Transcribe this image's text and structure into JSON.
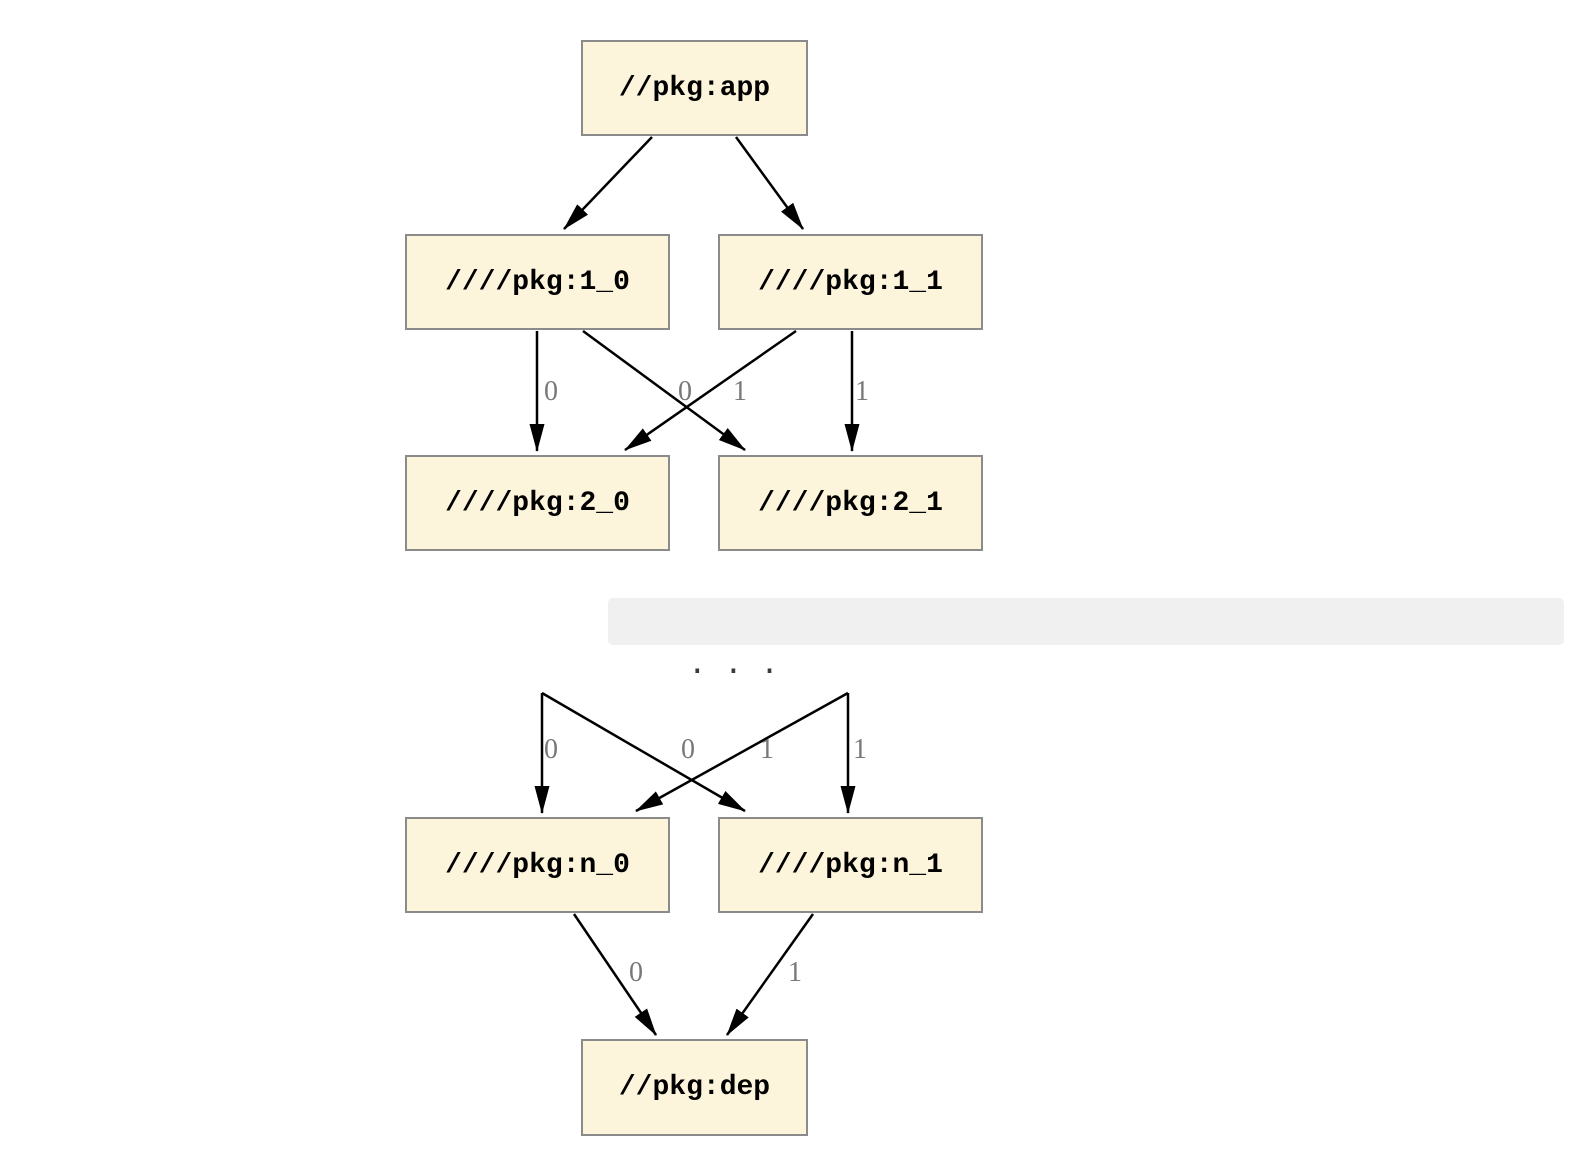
{
  "diagram": {
    "kind": "dependency-graph",
    "ellipsis_text": ". . .",
    "colors": {
      "node_fill": "#fcf5dc",
      "node_border": "#8b8b8b",
      "edge": "#000000",
      "edge_label": "#787878",
      "ellipsis_bg": "#f0f0f0",
      "ellipsis_dots": "#3a3a3a",
      "node_text": "#000000"
    },
    "nodes": [
      {
        "id": "app",
        "label": "//pkg:app"
      },
      {
        "id": "1_0",
        "label": "////pkg:1_0"
      },
      {
        "id": "1_1",
        "label": "////pkg:1_1"
      },
      {
        "id": "2_0",
        "label": "////pkg:2_0"
      },
      {
        "id": "2_1",
        "label": "////pkg:2_1"
      },
      {
        "id": "n_0",
        "label": "////pkg:n_0"
      },
      {
        "id": "n_1",
        "label": "////pkg:n_1"
      },
      {
        "id": "dep",
        "label": "//pkg:dep"
      }
    ],
    "edges": [
      {
        "from": "//pkg:app",
        "to": "////pkg:1_0",
        "label": ""
      },
      {
        "from": "//pkg:app",
        "to": "////pkg:1_1",
        "label": ""
      },
      {
        "from": "////pkg:1_0",
        "to": "////pkg:2_0",
        "label": "0"
      },
      {
        "from": "////pkg:1_1",
        "to": "////pkg:2_0",
        "label": "0"
      },
      {
        "from": "////pkg:1_0",
        "to": "////pkg:2_1",
        "label": "1"
      },
      {
        "from": "////pkg:1_1",
        "to": "////pkg:2_1",
        "label": "1"
      },
      {
        "from": "ellipsis",
        "to": "////pkg:n_0",
        "label": "0"
      },
      {
        "from": "ellipsis",
        "to": "////pkg:n_0",
        "label": "0"
      },
      {
        "from": "ellipsis",
        "to": "////pkg:n_1",
        "label": "1"
      },
      {
        "from": "ellipsis",
        "to": "////pkg:n_1",
        "label": "1"
      },
      {
        "from": "////pkg:n_0",
        "to": "//pkg:dep",
        "label": "0"
      },
      {
        "from": "////pkg:n_1",
        "to": "//pkg:dep",
        "label": "1"
      }
    ]
  }
}
